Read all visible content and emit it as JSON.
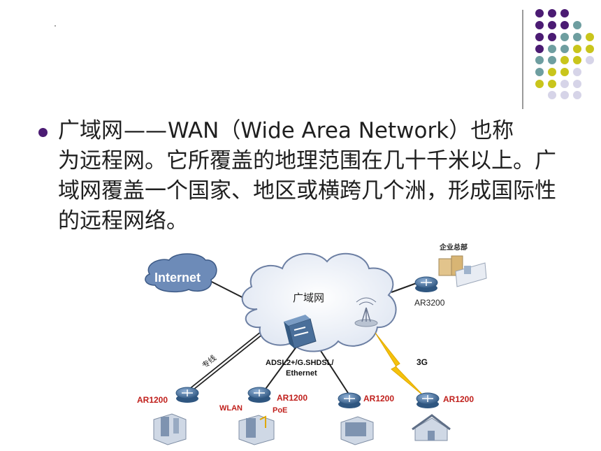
{
  "text": {
    "title_term": "广域网",
    "dash": "——",
    "wan": "WAN",
    "paren_open": "（",
    "wan_full": "Wide Area Network",
    "paren_close": "）",
    "line1_tail": "也称",
    "rest": "为远程网。它所覆盖的地理范围在几十千米以上。广域网覆盖一个国家、地区或横跨几个洲，形成国际性的远程网络。"
  },
  "diagram": {
    "internet": "Internet",
    "cloud": "广域网",
    "hq": "企业总部",
    "ar3200": "AR3200",
    "dedicated": "专线",
    "adsl_line1": "ADSL2+/G.SHDSL/",
    "adsl_line2": "Ethernet",
    "g3": "3G",
    "ar1200_a": "AR1200",
    "ar1200_b": "AR1200",
    "ar1200_c": "AR1200",
    "ar1200_d": "AR1200",
    "wlan": "WLAN",
    "poe": "PoE"
  },
  "colors": {
    "purple": "#4b1b73",
    "teal": "#6e9ea0",
    "olive": "#c9c51c",
    "lavender": "#d6d4e8",
    "router_label": "#c0201c",
    "router_body": "#4a6f9a",
    "cloud_edge": "#6c7fa3"
  }
}
